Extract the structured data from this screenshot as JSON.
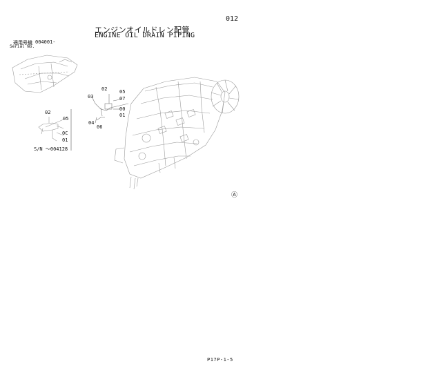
{
  "header": {
    "page_code": "012",
    "title_jp": "エンジンオイルドレン配管",
    "title_en": "ENGINE OIL DRAIN PIPING"
  },
  "serial": {
    "label_jp": "適用号機",
    "value": "004001-",
    "label_en": "Serial No."
  },
  "inset": {
    "parts": [
      "02",
      "05",
      "0C",
      "01"
    ],
    "serial_note": "S/N  ～004128"
  },
  "main_drawing": {
    "parts": [
      "02",
      "05",
      "07",
      "03",
      "00",
      "01",
      "04",
      "06"
    ],
    "symbol": "Ⓐ"
  },
  "footer": {
    "page_ref": "P17P-1-5"
  }
}
